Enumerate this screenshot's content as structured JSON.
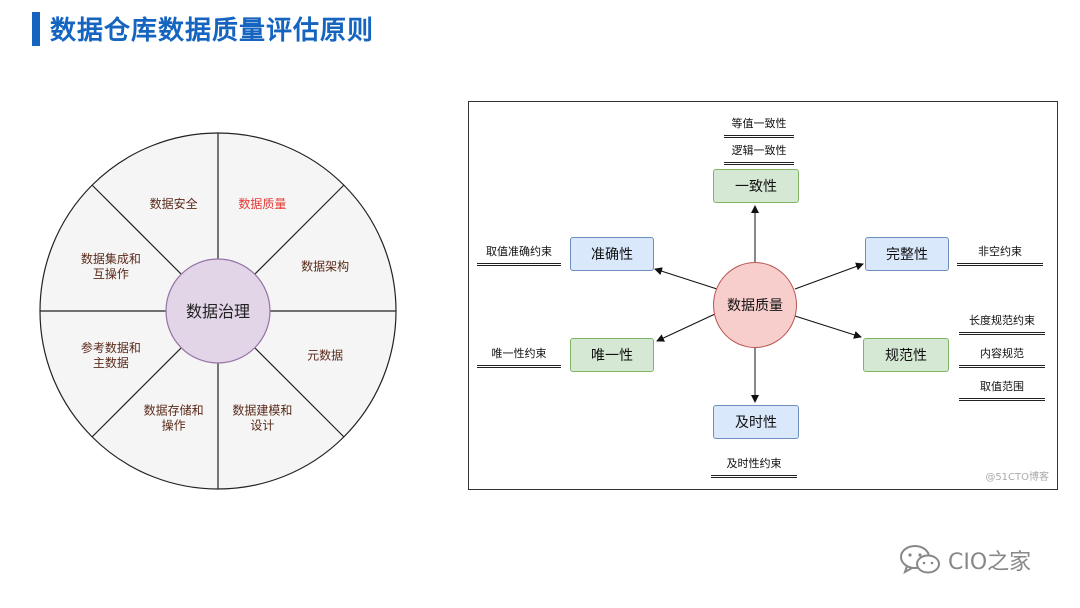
{
  "page": {
    "title": "数据仓库数据质量评估原则"
  },
  "wheel": {
    "center": "数据治理",
    "segments": [
      {
        "label": "数据质量",
        "highlight": true
      },
      {
        "label": "数据架构",
        "highlight": false
      },
      {
        "label": "元数据",
        "highlight": false
      },
      {
        "label": "数据建模和\n设计",
        "highlight": false
      },
      {
        "label": "数据存储和\n操作",
        "highlight": false
      },
      {
        "label": "参考数据和\n主数据",
        "highlight": false
      },
      {
        "label": "数据集成和\n互操作",
        "highlight": false
      },
      {
        "label": "数据安全",
        "highlight": false
      }
    ],
    "colors": {
      "text": "#5a2a1a",
      "highlight": "#e53935",
      "hub_fill": "#e1d5e7",
      "hub_stroke": "#9673a6",
      "face": "#f5f5f5"
    }
  },
  "concept": {
    "center": "数据质量",
    "nodes": {
      "consistency": "一致性",
      "accuracy": "准确性",
      "completeness": "完整性",
      "uniqueness": "唯一性",
      "normative": "规范性",
      "timeliness": "及时性"
    },
    "notes": {
      "consistency": [
        "等值一致性",
        "逻辑一致性"
      ],
      "accuracy": [
        "取值准确约束"
      ],
      "completeness": [
        "非空约束"
      ],
      "uniqueness": [
        "唯一性约束"
      ],
      "normative": [
        "长度规范约束",
        "内容规范",
        "取值范围"
      ],
      "timeliness": [
        "及时性约束"
      ]
    },
    "watermark": "@51CTO博客"
  },
  "brand": {
    "text": "CIO之家",
    "icon": "wechat-icon"
  }
}
